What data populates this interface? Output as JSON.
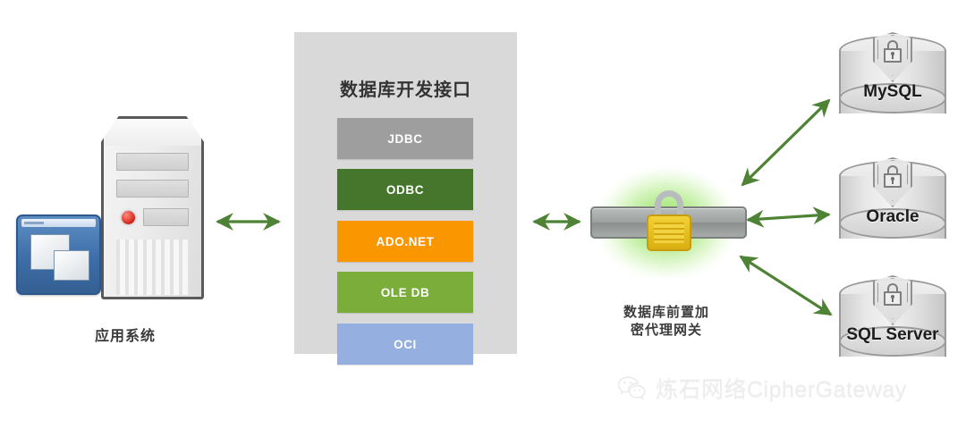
{
  "diagram": {
    "title_hidden": "",
    "left": {
      "caption": "应用系统",
      "icon_server": "server-tower-icon",
      "icon_window": "application-window-icon"
    },
    "panel": {
      "title": "数据库开发接口",
      "items": [
        {
          "label": "JDBC",
          "color": "#9e9e9e"
        },
        {
          "label": "ODBC",
          "color": "#45762c"
        },
        {
          "label": "ADO.NET",
          "color": "#fa9600"
        },
        {
          "label": "OLE DB",
          "color": "#7aad3a"
        },
        {
          "label": "OCI",
          "color": "#95afe0"
        }
      ],
      "background": "#d9d9d9"
    },
    "gateway": {
      "caption_line1": "数据库前置加",
      "caption_line2": "密代理网关",
      "icon": "padlock-icon",
      "glow_color": "#7adc3c",
      "lock_color": "#e8c020",
      "bar_color": "#9ea3a2"
    },
    "databases": [
      {
        "label": "MySQL",
        "icon": "database-cylinder-shield-lock-icon"
      },
      {
        "label": "Oracle",
        "icon": "database-cylinder-shield-lock-icon"
      },
      {
        "label": "SQL Server",
        "icon": "database-cylinder-shield-lock-icon"
      }
    ],
    "arrows": {
      "color": "#4e8234",
      "style": "double-headed",
      "count": 5
    },
    "watermark": {
      "text": "炼石网络CipherGateway",
      "icon": "wechat-icon"
    }
  }
}
